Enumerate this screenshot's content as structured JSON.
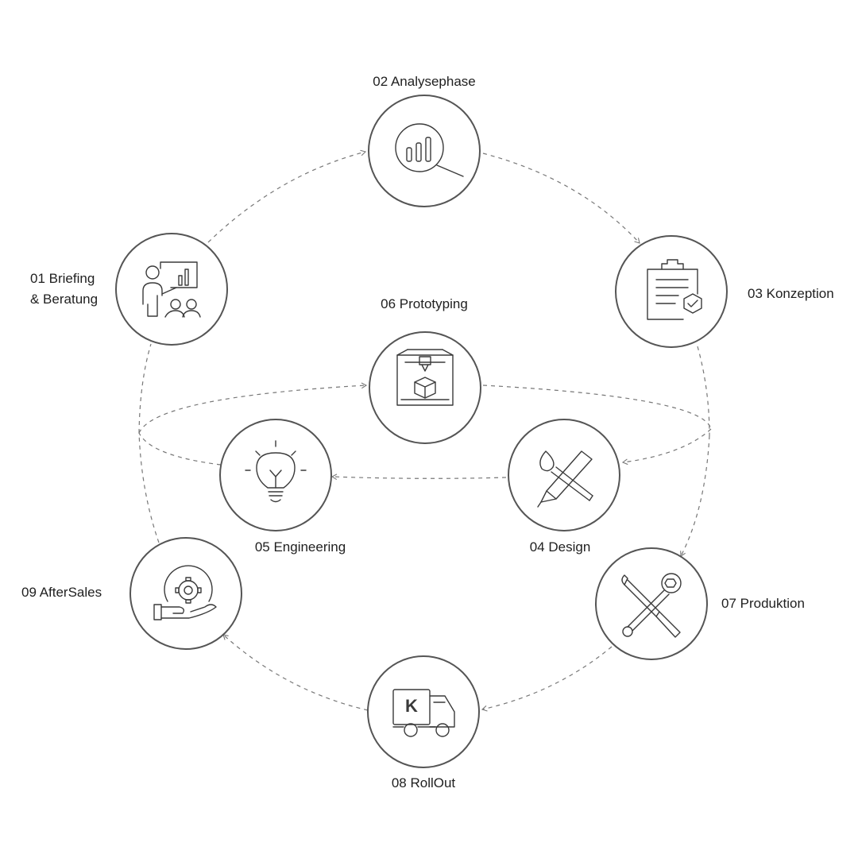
{
  "steps": {
    "s01": {
      "line1": "01 Briefing",
      "line2": "& Beratung",
      "icon": "presentation-icon"
    },
    "s02": {
      "label": "02 Analysephase",
      "icon": "analytics-search-icon"
    },
    "s03": {
      "label": "03 Konzeption",
      "icon": "clipboard-check-icon"
    },
    "s04": {
      "label": "04 Design",
      "icon": "brush-pen-icon"
    },
    "s05": {
      "label": "05 Engineering",
      "icon": "lightbulb-icon"
    },
    "s06": {
      "label": "06 Prototyping",
      "icon": "3d-printer-icon"
    },
    "s07": {
      "label": "07 Produktion",
      "icon": "wrench-screwdriver-icon"
    },
    "s08": {
      "label": "08 RollOut",
      "icon": "delivery-truck-icon",
      "truck_logo": "K"
    },
    "s09": {
      "label": "09 AfterSales",
      "icon": "service-hand-gear-icon"
    }
  },
  "colors": {
    "stroke": "#555555",
    "dashed": "#777777",
    "text": "#1f1f1f"
  }
}
